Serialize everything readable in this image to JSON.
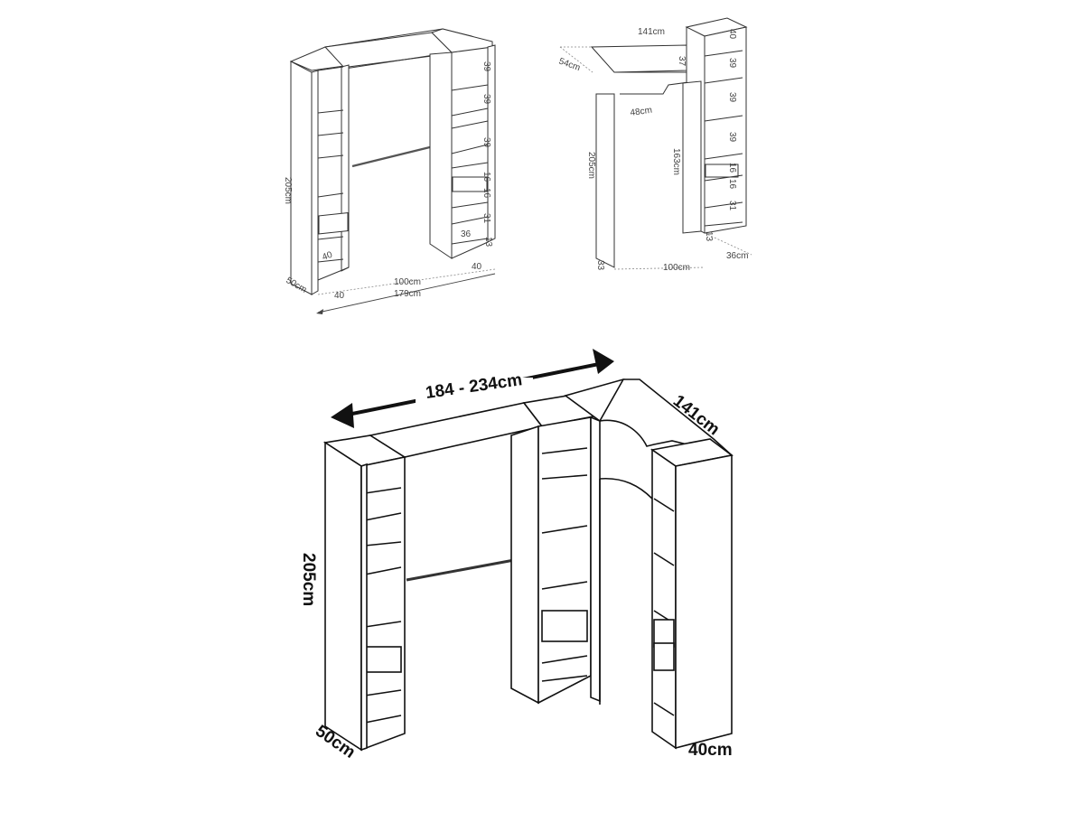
{
  "diagram_a": {
    "total_height": "205cm",
    "depth": "50cm",
    "left_width": "40",
    "middle_width": "100cm",
    "right_width": "40",
    "total_width": "179cm",
    "shelf_heights": [
      "39",
      "39",
      "39",
      "16",
      "16",
      "31",
      "13"
    ],
    "bottom_shelf": "36",
    "left_bottom": "40"
  },
  "diagram_b": {
    "top_width": "141cm",
    "top_right": "40",
    "depth": "54cm",
    "inner_depth": "37",
    "corner": "48cm",
    "total_height": "205cm",
    "inner_height": "163cm",
    "bottom_left": "33",
    "floor_width": "100cm",
    "right_depth": "36cm",
    "shelf_heights": [
      "39",
      "39",
      "39",
      "16",
      "16",
      "31"
    ],
    "base": "13"
  },
  "diagram_c": {
    "width_range": "184 - 234cm",
    "side_length": "141cm",
    "height": "205cm",
    "depth_left": "50cm",
    "depth_right": "40cm"
  }
}
